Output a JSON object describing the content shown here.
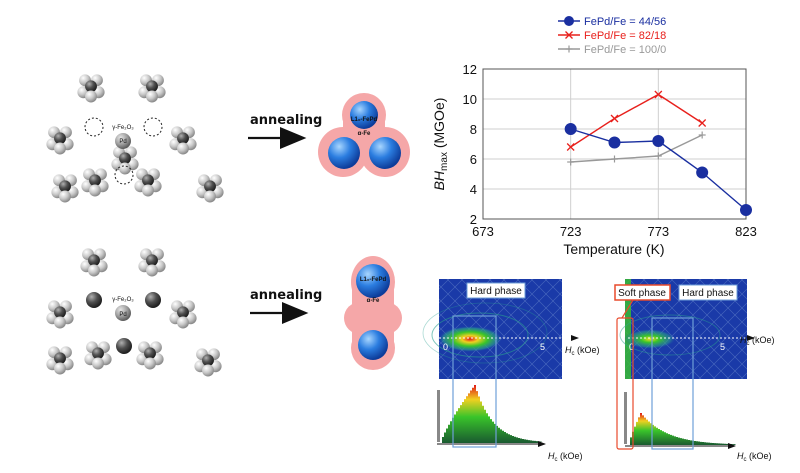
{
  "top_cluster": {
    "label_oxide": "γ-Fe₂O₃",
    "label_pd": "Pd"
  },
  "bottom_cluster": {
    "label_oxide": "γ-Fe₂O₃",
    "label_pd": "Pd"
  },
  "process": {
    "arrow_label_top": "annealing",
    "arrow_label_bottom": "annealing",
    "top_particle": {
      "shell_label": "L1₀-FePd",
      "core_label": "α-Fe"
    },
    "bottom_particle": {
      "shell_label": "L1₀-FePd",
      "core_label": "α-Fe"
    }
  },
  "chart_data": {
    "type": "line",
    "xlabel": "Temperature (K)",
    "ylabel_main": "BH",
    "ylabel_sub": "max",
    "ylabel_unit": " (MGOe)",
    "xlim": [
      673,
      823
    ],
    "ylim": [
      2,
      12
    ],
    "xticks": [
      673,
      723,
      773,
      823
    ],
    "yticks": [
      2,
      4,
      6,
      8,
      10,
      12
    ],
    "grid": true,
    "legend_position": "top",
    "series": [
      {
        "name": "FePd/Fe = 44/56",
        "color": "#1a2fa0",
        "marker": "circle",
        "x": [
          723,
          748,
          773,
          798,
          823
        ],
        "y": [
          8.0,
          7.1,
          7.2,
          5.1,
          2.6
        ]
      },
      {
        "name": "FePd/Fe = 82/18",
        "color": "#e8201c",
        "marker": "x",
        "x": [
          723,
          748,
          773,
          798
        ],
        "y": [
          6.8,
          8.7,
          10.3,
          8.4
        ]
      },
      {
        "name": "FePd/Fe = 100/0",
        "color": "#999999",
        "marker": "plus",
        "x": [
          723,
          748,
          773,
          798
        ],
        "y": [
          5.8,
          6.0,
          6.2,
          7.6
        ]
      }
    ]
  },
  "forc_left": {
    "phase_label": "Hard phase",
    "axis_label": "H",
    "axis_label_sub": "c",
    "axis_label_unit": " (kOe)",
    "tick_0": "0",
    "tick_5": "5",
    "hist_axis_label": "H",
    "hist_axis_label_sub": "c",
    "hist_axis_label_unit": " (kOe)"
  },
  "forc_right": {
    "soft_label": "Soft phase",
    "hard_label": "Hard phase",
    "axis_label": "H",
    "axis_label_sub": "c",
    "axis_label_unit": " (kOe)",
    "tick_0": "0",
    "tick_5": "5",
    "hist_axis_label": "H",
    "hist_axis_label_sub": "c",
    "hist_axis_label_unit": " (kOe)"
  },
  "colors": {
    "forc_background": "#1a3aa8",
    "particle_shell": "#f5a7a8",
    "particle_core": "#2b7de0",
    "box_blue": "#6f9fd8",
    "box_red": "#e84a2c"
  }
}
